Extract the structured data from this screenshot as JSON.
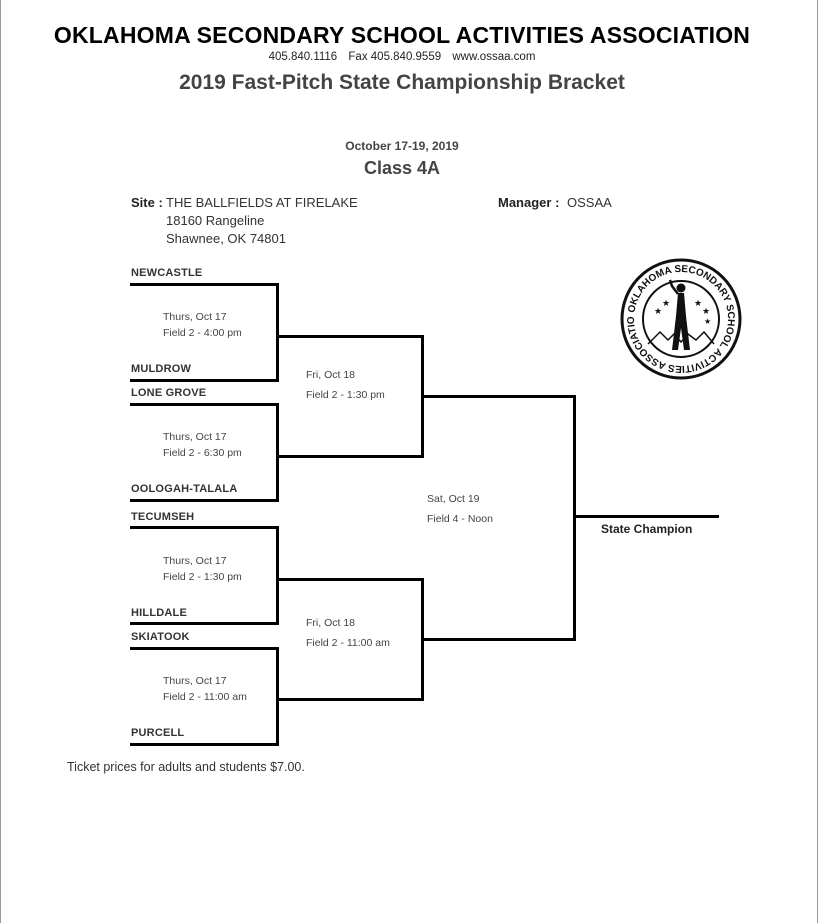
{
  "header": {
    "org": "OKLAHOMA SECONDARY SCHOOL ACTIVITIES ASSOCIATION",
    "phone": "405.840.1116",
    "fax": "Fax 405.840.9559",
    "website": "www.ossaa.com",
    "title": "2019 Fast-Pitch State Championship Bracket",
    "dates": "October 17-19, 2019",
    "class": "Class 4A"
  },
  "site": {
    "label": "Site :",
    "name": "THE BALLFIELDS AT FIRELAKE",
    "address1": "18160 Rangeline",
    "address2": "Shawnee, OK 74801"
  },
  "manager": {
    "label": "Manager :",
    "name": "OSSAA"
  },
  "logo": {
    "icon": "ossaa-seal-icon",
    "text": "OKLAHOMA SECONDARY SCHOOL ACTIVITIES ASSOCIATION"
  },
  "bracket": {
    "teams": [
      "NEWCASTLE",
      "MULDROW",
      "LONE GROVE",
      "OOLOGAH-TALALA",
      "TECUMSEH",
      "HILLDALE",
      "SKIATOOK",
      "PURCELL"
    ],
    "round1": [
      {
        "day": "Thurs, Oct 17",
        "field": "Field 2 - 4:00 pm"
      },
      {
        "day": "Thurs, Oct 17",
        "field": "Field 2 - 6:30 pm"
      },
      {
        "day": "Thurs, Oct 17",
        "field": "Field 2 - 1:30 pm"
      },
      {
        "day": "Thurs, Oct 17",
        "field": "Field 2 - 11:00 am"
      }
    ],
    "semis": [
      {
        "day": "Fri, Oct 18",
        "field": "Field 2 - 1:30 pm"
      },
      {
        "day": "Fri, Oct 18",
        "field": "Field 2 - 11:00 am"
      }
    ],
    "final": {
      "day": "Sat,  Oct 19",
      "field": "Field 4 - Noon"
    },
    "champion_label": "State Champion"
  },
  "footer": {
    "ticket_note": "Ticket prices for adults and students $7.00."
  }
}
